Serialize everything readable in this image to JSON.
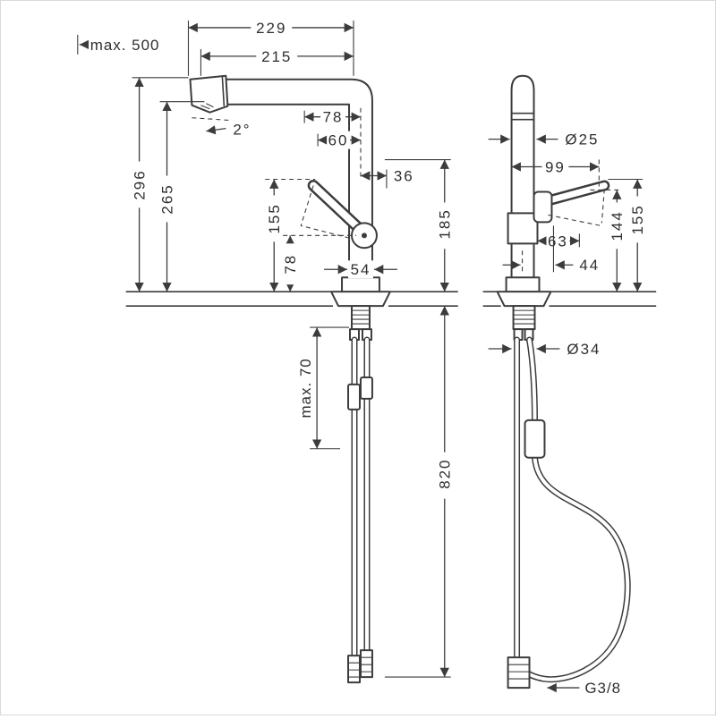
{
  "page": {
    "background": "#ffffff",
    "line_color": "#3c3c3c"
  },
  "views": {
    "front": {
      "title": "front-view",
      "dims": {
        "reach_outer": "229",
        "reach_inner": "215",
        "hose_extension": "max. 500",
        "height_to_spray_top": "296",
        "height_to_spout": "265",
        "spout_angle": "2°",
        "offset_top": "78",
        "offset_mid": "60",
        "handle_offset": "36",
        "handle_tip_height": "155",
        "pivot_height": "78",
        "clearance_height": "185",
        "body_width": "54",
        "mounting_thickness": "max. 70",
        "hose_length": "820"
      }
    },
    "side": {
      "title": "side-view",
      "dims": {
        "pipe_diameter": "Ø25",
        "depth": "99",
        "handle_reach": "63",
        "handle_low_height": "144",
        "handle_top_height": "155",
        "handle_depth": "44",
        "hole_diameter": "Ø34",
        "thread": "G3/8"
      }
    }
  }
}
